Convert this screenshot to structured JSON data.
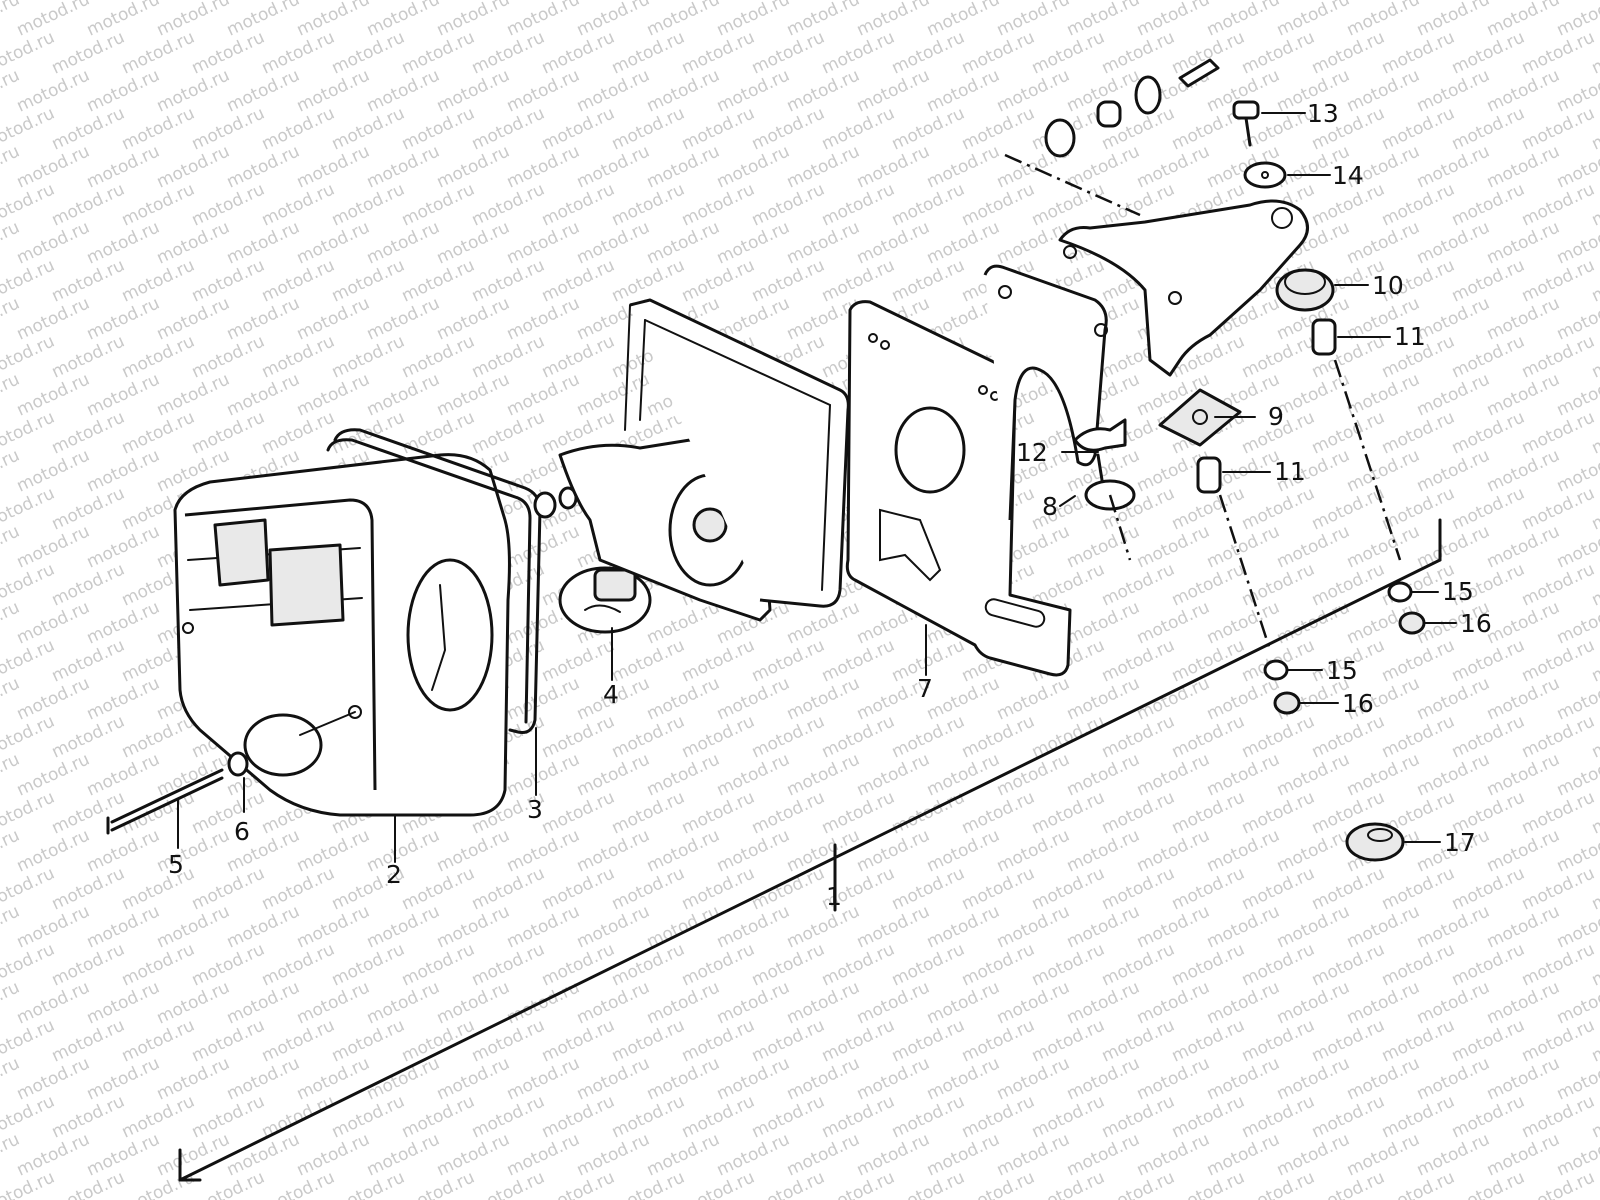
{
  "watermark": "motod.ru",
  "callouts": {
    "c1": "1",
    "c2": "2",
    "c3": "3",
    "c4": "4",
    "c5": "5",
    "c6": "6",
    "c7": "7",
    "c8": "8",
    "c9": "9",
    "c10": "10",
    "c11a": "11",
    "c11b": "11",
    "c12": "12",
    "c13": "13",
    "c14": "14",
    "c15a": "15",
    "c15b": "15",
    "c16a": "16",
    "c16b": "16",
    "c17": "17"
  }
}
